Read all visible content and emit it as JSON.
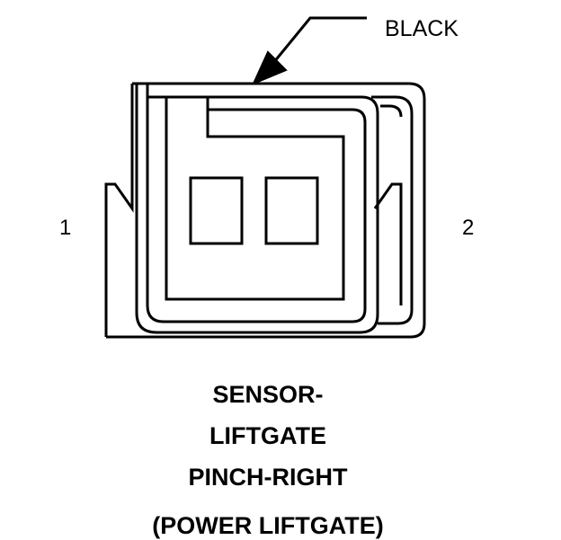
{
  "connector": {
    "wire_color_label": "BLACK",
    "pin_labels": [
      "1",
      "2"
    ]
  },
  "caption": {
    "line1": "SENSOR-",
    "line2": "LIFTGATE",
    "line3": "PINCH-RIGHT",
    "line4": "(POWER LIFTGATE)"
  }
}
